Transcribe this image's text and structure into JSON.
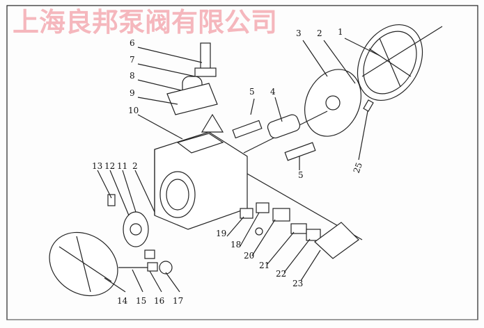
{
  "watermark": "上海良邦泵阀有限公司",
  "part_labels": {
    "p1": "1",
    "p2a": "2",
    "p3": "3",
    "p4": "4",
    "p5a": "5",
    "p5b": "5",
    "p6": "6",
    "p7": "7",
    "p8": "8",
    "p9": "9",
    "p10": "10",
    "p11": "11",
    "p12": "12",
    "p13": "13",
    "p2b": "2",
    "p14": "14",
    "p15": "15",
    "p16": "16",
    "p17": "17",
    "p18": "18",
    "p19": "19",
    "p20": "20",
    "p21": "21",
    "p22": "22",
    "p23": "23",
    "p25": "25"
  },
  "colors": {
    "line": "#222222",
    "watermark": "#f08a94"
  }
}
